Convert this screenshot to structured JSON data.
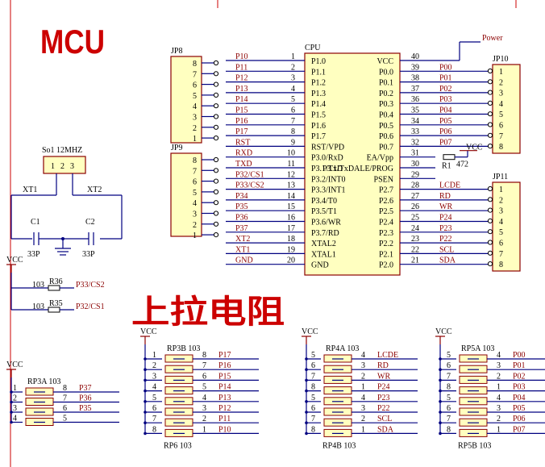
{
  "title_mcu": "MCU",
  "title_pullup": "上拉电阻",
  "power_label": "Power",
  "cpu": {
    "ref": "CPU",
    "left_pins": [
      {
        "num": "1",
        "name": "P1.0",
        "net": "P10"
      },
      {
        "num": "2",
        "name": "P1.1",
        "net": "P11"
      },
      {
        "num": "3",
        "name": "P1.2",
        "net": "P12"
      },
      {
        "num": "4",
        "name": "P1.3",
        "net": "P13"
      },
      {
        "num": "5",
        "name": "P1.4",
        "net": "P14"
      },
      {
        "num": "6",
        "name": "P1.5",
        "net": "P15"
      },
      {
        "num": "7",
        "name": "P1.6",
        "net": "P16"
      },
      {
        "num": "8",
        "name": "P1.7",
        "net": "P17"
      },
      {
        "num": "9",
        "name": "RST/VPD",
        "net": "RST"
      },
      {
        "num": "10",
        "name": "P3.0/RxD",
        "net": "RXD"
      },
      {
        "num": "11",
        "name": "P3.1/TxD",
        "net": "TXD"
      },
      {
        "num": "12",
        "name": "P3.2/INT0",
        "net": "P32/CS1"
      },
      {
        "num": "13",
        "name": "P3.3/INT1",
        "net": "P33/CS2"
      },
      {
        "num": "14",
        "name": "P3.4/T0",
        "net": "P34"
      },
      {
        "num": "15",
        "name": "P3.5/T1",
        "net": "P35"
      },
      {
        "num": "16",
        "name": "P3.6/WR",
        "net": "P36"
      },
      {
        "num": "17",
        "name": "P3.7/RD",
        "net": "P37"
      },
      {
        "num": "18",
        "name": "XTAL2",
        "net": "XT2"
      },
      {
        "num": "19",
        "name": "XTAL1",
        "net": "XT1"
      },
      {
        "num": "20",
        "name": "GND",
        "net": "GND"
      }
    ],
    "right_pins": [
      {
        "num": "40",
        "name": "VCC",
        "net": ""
      },
      {
        "num": "39",
        "name": "P0.0",
        "net": "P00"
      },
      {
        "num": "38",
        "name": "P0.1",
        "net": "P01"
      },
      {
        "num": "37",
        "name": "P0.2",
        "net": "P02"
      },
      {
        "num": "36",
        "name": "P0.3",
        "net": "P03"
      },
      {
        "num": "35",
        "name": "P0.4",
        "net": "P04"
      },
      {
        "num": "34",
        "name": "P0.5",
        "net": "P05"
      },
      {
        "num": "33",
        "name": "P0.6",
        "net": "P06"
      },
      {
        "num": "32",
        "name": "P0.7",
        "net": "P07"
      },
      {
        "num": "31",
        "name": "EA/Vpp",
        "net": ""
      },
      {
        "num": "30",
        "name": "P3.1/TxDALE/PROG",
        "net": ""
      },
      {
        "num": "29",
        "name": "PSEN",
        "net": ""
      },
      {
        "num": "28",
        "name": "P2.7",
        "net": "LCDE"
      },
      {
        "num": "27",
        "name": "P2.6",
        "net": "RD"
      },
      {
        "num": "26",
        "name": "P2.5",
        "net": "WR"
      },
      {
        "num": "25",
        "name": "P2.4",
        "net": "P24"
      },
      {
        "num": "24",
        "name": "P2.3",
        "net": "P23"
      },
      {
        "num": "23",
        "name": "P2.2",
        "net": "P22"
      },
      {
        "num": "22",
        "name": "P2.1",
        "net": "SCL"
      },
      {
        "num": "21",
        "name": "P2.0",
        "net": "SDA"
      }
    ]
  },
  "jp8": {
    "ref": "JP8",
    "pins": [
      "8",
      "7",
      "6",
      "5",
      "4",
      "3",
      "2",
      "1"
    ]
  },
  "jp9": {
    "ref": "JP9",
    "pins": [
      "8",
      "7",
      "6",
      "5",
      "4",
      "3",
      "2",
      "1"
    ]
  },
  "jp10": {
    "ref": "JP10",
    "pins": [
      "1",
      "2",
      "3",
      "4",
      "5",
      "6",
      "7",
      "8"
    ]
  },
  "jp11": {
    "ref": "JP11",
    "pins": [
      "1",
      "2",
      "3",
      "4",
      "5",
      "6",
      "7",
      "8"
    ]
  },
  "r1": {
    "ref": "R1",
    "value": "472",
    "vcc": "VCC"
  },
  "crystal": {
    "ref": "So1",
    "value": "12MHZ",
    "pins": [
      "1",
      "2",
      "3"
    ],
    "xt1": "XT1",
    "xt2": "XT2"
  },
  "caps": [
    {
      "ref": "C1",
      "value": "33P"
    },
    {
      "ref": "C2",
      "value": "33P"
    }
  ],
  "pullups_single": {
    "vcc": "VCC",
    "items": [
      {
        "ref": "R36",
        "value": "103",
        "net": "P33/CS2"
      },
      {
        "ref": "R35",
        "value": "103",
        "net": "P32/CS1"
      }
    ]
  },
  "rp3a": {
    "ref": "RP3A",
    "value": "103",
    "vcc": "VCC",
    "rows": [
      {
        "l": "1",
        "r": "8",
        "net": "P37"
      },
      {
        "l": "2",
        "r": "7",
        "net": "P36"
      },
      {
        "l": "3",
        "r": "6",
        "net": "P35"
      },
      {
        "l": "4",
        "r": "5",
        "net": ""
      }
    ]
  },
  "rp3b": {
    "ref": "RP3B",
    "value": "103",
    "ref2": "RP6",
    "value2": "103",
    "vcc": "VCC",
    "rows": [
      {
        "l": "1",
        "r": "8",
        "net": "P17"
      },
      {
        "l": "2",
        "r": "7",
        "net": "P16"
      },
      {
        "l": "3",
        "r": "6",
        "net": "P15"
      },
      {
        "l": "4",
        "r": "5",
        "net": "P14"
      },
      {
        "l": "5",
        "r": "4",
        "net": "P13"
      },
      {
        "l": "6",
        "r": "3",
        "net": "P12"
      },
      {
        "l": "7",
        "r": "2",
        "net": "P11"
      },
      {
        "l": "8",
        "r": "1",
        "net": "P10"
      }
    ]
  },
  "rp4": {
    "ref": "RP4A",
    "value": "103",
    "ref2": "RP4B",
    "value2": "103",
    "vcc": "VCC",
    "rows": [
      {
        "l": "5",
        "r": "4",
        "net": "LCDE"
      },
      {
        "l": "6",
        "r": "3",
        "net": "RD"
      },
      {
        "l": "7",
        "r": "2",
        "net": "WR"
      },
      {
        "l": "8",
        "r": "1",
        "net": "P24"
      },
      {
        "l": "5",
        "r": "4",
        "net": "P23"
      },
      {
        "l": "6",
        "r": "3",
        "net": "P22"
      },
      {
        "l": "7",
        "r": "2",
        "net": "SCL"
      },
      {
        "l": "8",
        "r": "1",
        "net": "SDA"
      }
    ]
  },
  "rp5": {
    "ref": "RP5A",
    "value": "103",
    "ref2": "RP5B",
    "value2": "103",
    "vcc": "VCC",
    "rows": [
      {
        "l": "5",
        "r": "4",
        "net": "P00"
      },
      {
        "l": "6",
        "r": "3",
        "net": "P01"
      },
      {
        "l": "7",
        "r": "2",
        "net": "P02"
      },
      {
        "l": "8",
        "r": "1",
        "net": "P03"
      },
      {
        "l": "5",
        "r": "4",
        "net": "P04"
      },
      {
        "l": "6",
        "r": "3",
        "net": "P05"
      },
      {
        "l": "7",
        "r": "2",
        "net": "P06"
      },
      {
        "l": "8",
        "r": "1",
        "net": "P07"
      }
    ]
  },
  "colors": {
    "wire": "#000080",
    "net": "#8b0000",
    "comp_fill": "#ffffc0",
    "comp_stroke": "#8b0000",
    "text": "#000000",
    "title": "#cc0000"
  }
}
